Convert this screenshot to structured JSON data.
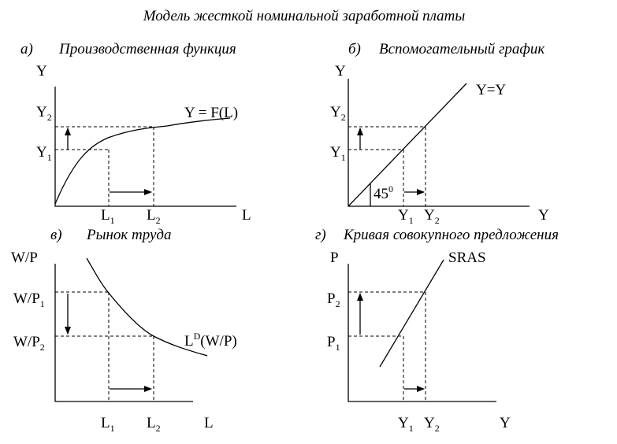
{
  "title": "Модель жесткой номинальной заработной платы",
  "panels": {
    "a": {
      "letter": "а)",
      "heading": "Производственная функция",
      "y_axis": "Y",
      "x_axis": "L",
      "y1": {
        "base": "Y",
        "sub": "1"
      },
      "y2": {
        "base": "Y",
        "sub": "2"
      },
      "x1": {
        "base": "L",
        "sub": "1"
      },
      "x2": {
        "base": "L",
        "sub": "2"
      },
      "curve_label": "Y = F(L)"
    },
    "b": {
      "letter": "б)",
      "heading": "Вспомогательный график",
      "y_axis": "Y",
      "x_axis": "Y",
      "y1": {
        "base": "Y",
        "sub": "1"
      },
      "y2": {
        "base": "Y",
        "sub": "2"
      },
      "x1": {
        "base": "Y",
        "sub": "1"
      },
      "x2": {
        "base": "Y",
        "sub": "2"
      },
      "curve_label": "Y=Y",
      "angle": {
        "base": "45",
        "sup": "0"
      }
    },
    "c": {
      "letter": "в)",
      "heading": "Рынок труда",
      "y_axis": "W/P",
      "x_axis": "L",
      "y1": {
        "base": "W/P",
        "sub": "1"
      },
      "y2": {
        "base": "W/P",
        "sub": "2"
      },
      "x1": {
        "base": "L",
        "sub": "1"
      },
      "x2": {
        "base": "L",
        "sub": "2"
      },
      "curve_label": {
        "base": "L",
        "sup": "D",
        "rest": "(W/P)"
      }
    },
    "d": {
      "letter": "г)",
      "heading": "Кривая совокупного предложения",
      "y_axis": "P",
      "x_axis": "Y",
      "y1": {
        "base": "P",
        "sub": "1"
      },
      "y2": {
        "base": "P",
        "sub": "2"
      },
      "x1": {
        "base": "Y",
        "sub": "1"
      },
      "x2": {
        "base": "Y",
        "sub": "2"
      },
      "curve_label": "SRAS"
    }
  }
}
